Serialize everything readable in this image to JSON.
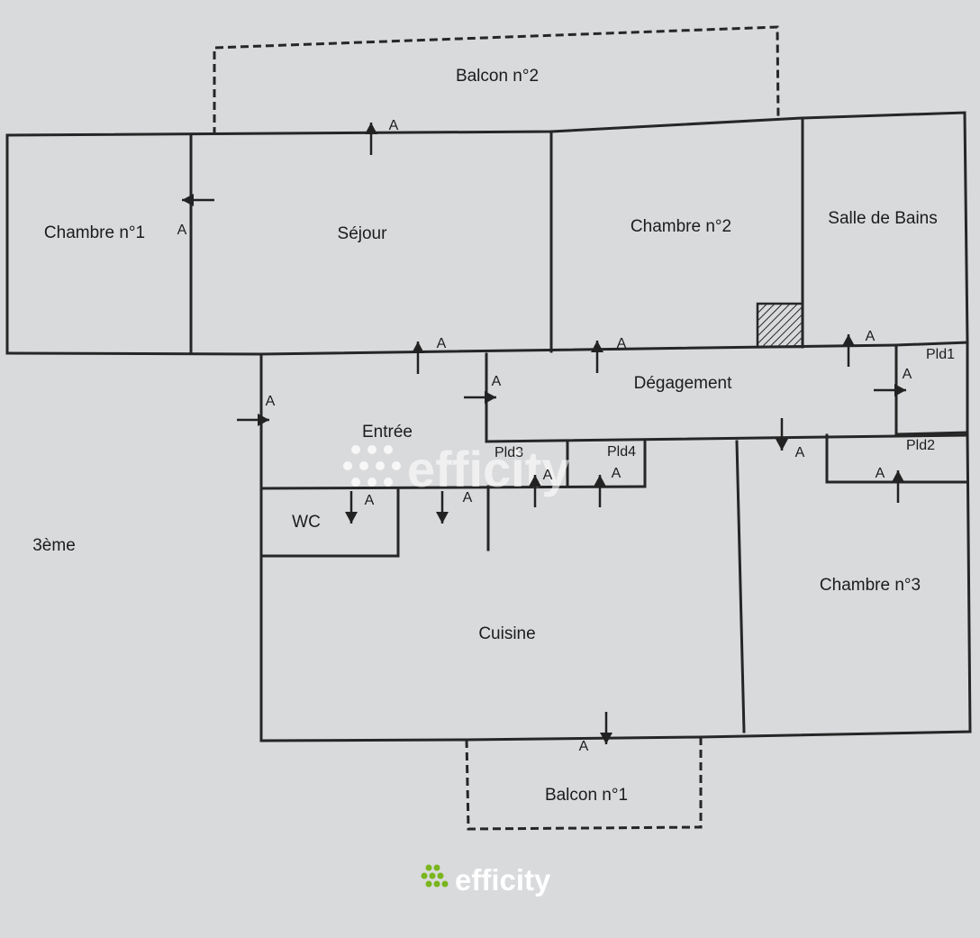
{
  "floor": "3ème",
  "rooms": {
    "balcon2": "Balcon n°2",
    "chambre1": "Chambre n°1",
    "sejour": "Séjour",
    "chambre2": "Chambre n°2",
    "salle_de_bains": "Salle de Bains",
    "pld1": "Pld1",
    "degagement": "Dégagement",
    "entree": "Entrée",
    "pld3": "Pld3",
    "pld4": "Pld4",
    "pld2": "Pld2",
    "wc": "WC",
    "chambre3": "Chambre n°3",
    "cuisine": "Cuisine",
    "balcon1": "Balcon n°1"
  },
  "arrow_label": "A",
  "watermark": "efficity",
  "logo": "efficity",
  "colors": {
    "paper": "#d9dadc",
    "wall": "#262626",
    "logo_green": "#7ab51d"
  }
}
